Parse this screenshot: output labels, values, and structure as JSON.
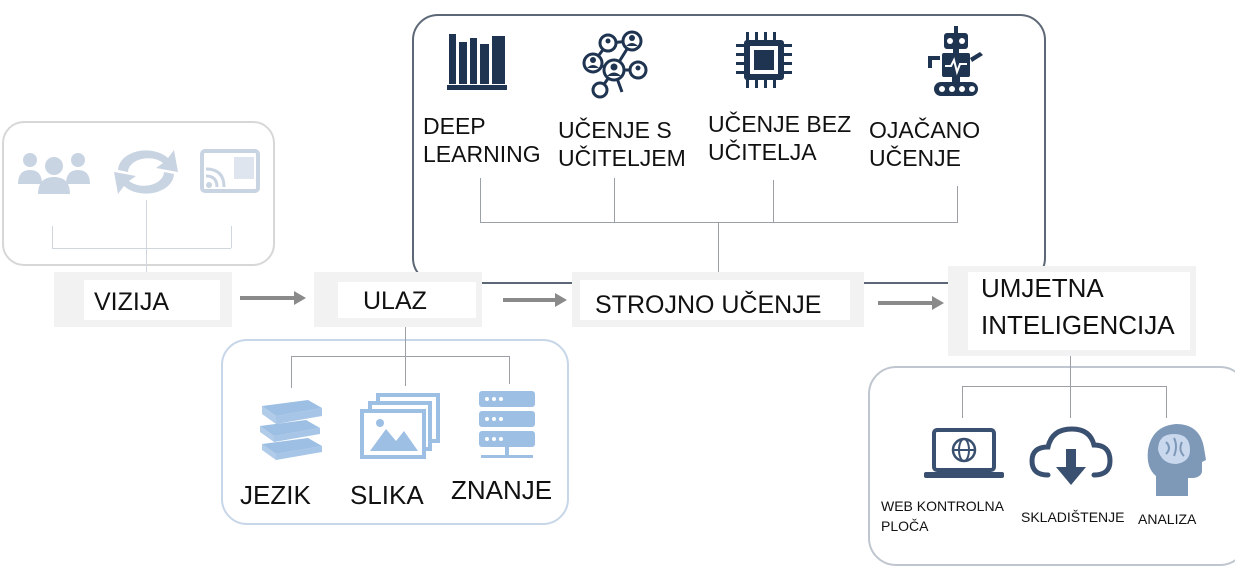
{
  "colors": {
    "dark_icon": "#1f3450",
    "light_icon": "#9dbfe3",
    "faint_icon": "#c9d4e2",
    "panel_border_dark": "#5d6877",
    "panel_border_light": "#c7d6e8",
    "panel_border_faint": "#d7d7d7",
    "arrow": "#8a8a8a"
  },
  "ml_panel": {
    "items": [
      {
        "label": "DEEP\nLEARNING",
        "icon": "books-icon"
      },
      {
        "label": "UČENJE S\nUČITELJEM",
        "icon": "network-people-icon"
      },
      {
        "label": "UČENJE BEZ\nUČITELJA",
        "icon": "chip-icon"
      },
      {
        "label": "OJAČANO\nUČENJE",
        "icon": "robot-icon"
      }
    ]
  },
  "vision_panel": {
    "icons": [
      "people-group-icon",
      "refresh-icon",
      "cast-screen-icon"
    ]
  },
  "input_panel": {
    "items": [
      {
        "label": "JEZIK",
        "icon": "book-stack-icon"
      },
      {
        "label": "SLIKA",
        "icon": "image-gallery-icon"
      },
      {
        "label": "ZNANJE",
        "icon": "server-icon"
      }
    ]
  },
  "ai_panel": {
    "items": [
      {
        "label": "WEB KONTROLNA\nPLOČA",
        "icon": "laptop-globe-icon"
      },
      {
        "label": "SKLADIŠTENJE",
        "icon": "cloud-download-icon"
      },
      {
        "label": "ANALIZA",
        "icon": "brain-head-icon"
      }
    ]
  },
  "flow": {
    "vision": "VIZIJA",
    "input": "ULAZ",
    "ml": "STROJNO UČENJE",
    "ai": "UMJETNA\nINTELIGENCIJA"
  }
}
